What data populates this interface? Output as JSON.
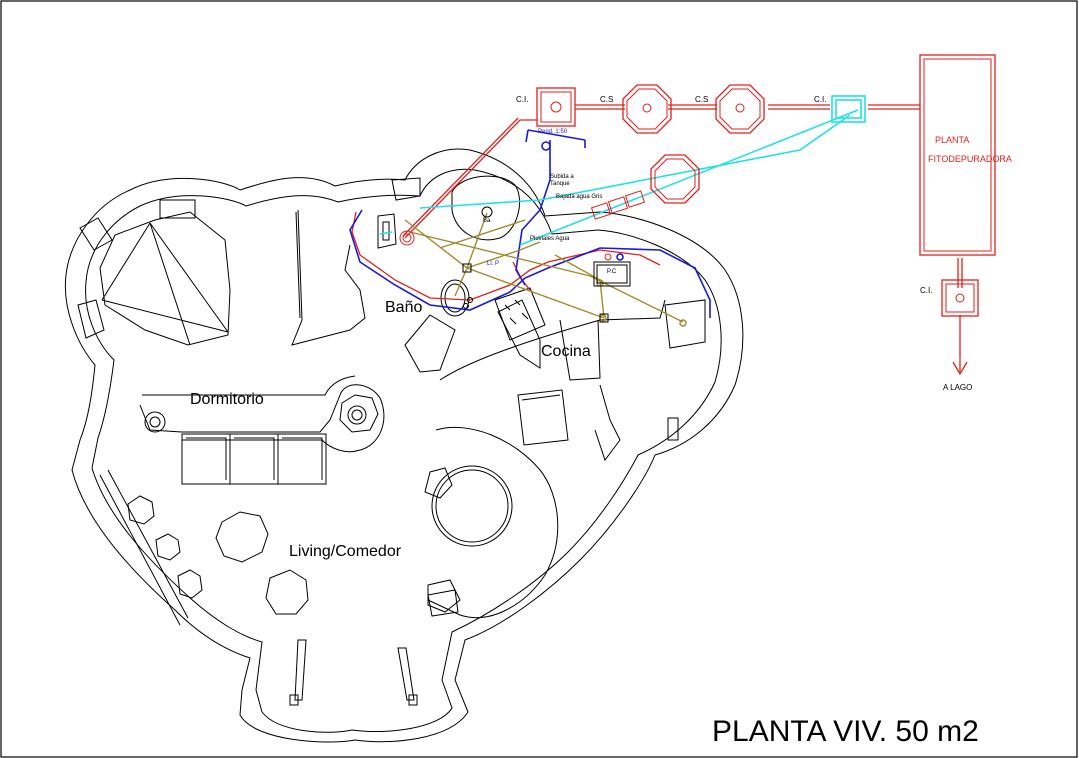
{
  "plan": {
    "title": "PLANTA VIV. 50 m2",
    "rooms": {
      "bano": "Baño",
      "cocina": "Cocina",
      "dormitorio": "Dormitorio",
      "living": "Living/Comedor"
    },
    "chambers": {
      "ci_left": "C.I.",
      "cs_1": "C.S",
      "cs_2": "C.S",
      "ci_right": "C.I.",
      "ci_lower": "C.I."
    },
    "plant_label_1": "PLANTA",
    "plant_label_2": "FITODEPURADORA",
    "outlet_label": "A LAGO",
    "pipe_labels": {
      "slope": "Pend. 1:50",
      "rise_1": "Subida a",
      "rise_2": "Tanque",
      "gray_down": "Bajada agua Gris",
      "roof_water": "Pluviales Agua",
      "grease_trap": "P.C",
      "ba": "Ba",
      "lp": "Ll. P"
    },
    "colors": {
      "black_water": "#e0201c",
      "gray_water": "#1a1ad8",
      "vent": "#20e0e8",
      "supply": "#a38a2c"
    }
  }
}
